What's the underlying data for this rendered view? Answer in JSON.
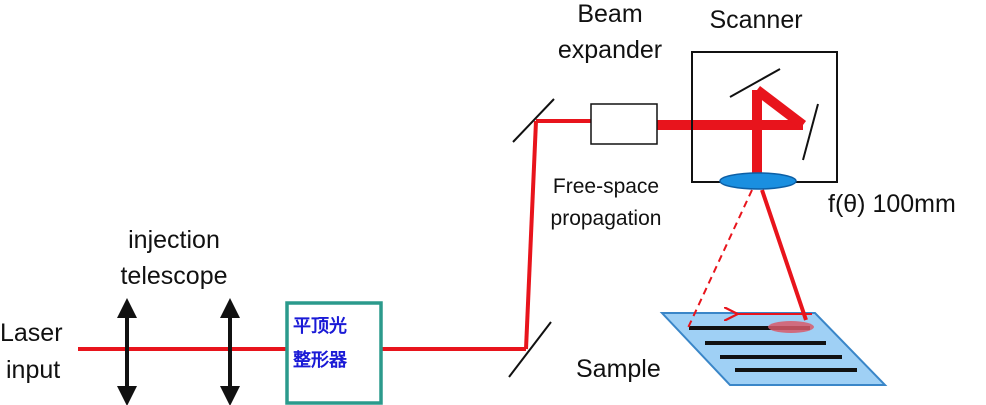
{
  "labels": {
    "laser_input": [
      "Laser",
      "input"
    ],
    "injection_telescope": [
      "injection",
      "telescope"
    ],
    "beam_shaper": [
      "平顶光",
      "整形器"
    ],
    "beam_expander": [
      "Beam",
      "expander"
    ],
    "scanner": "Scanner",
    "free_space_propagation": [
      "Free-space",
      "propagation"
    ],
    "f_theta": "f(θ) 100mm",
    "sample": "Sample"
  },
  "colors": {
    "beam": "#e8141c",
    "shaper_border": "#2b9a8c",
    "shaper_text": "#1a1ad6",
    "lens": "#1a8fe0",
    "sample_fill": "#9fd0f5",
    "sample_edge": "#3a86c8",
    "spot": "#d85a6a"
  },
  "icons": [
    "double-arrow-lens-icon",
    "mirror-icon",
    "focusing-lens-icon",
    "scan-arrow-icon"
  ]
}
